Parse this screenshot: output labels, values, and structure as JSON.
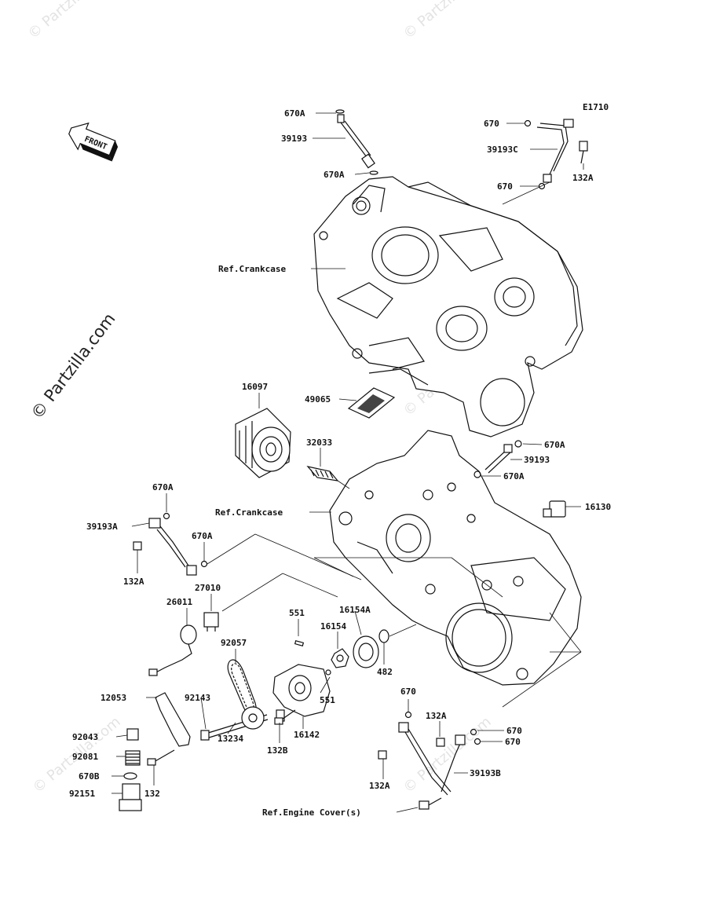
{
  "diagram_code": "E1710",
  "front_label": "FRONT",
  "watermark": "© Partzilla.com",
  "refs": {
    "crankcase_upper": "Ref.Crankcase",
    "crankcase_lower": "Ref.Crankcase",
    "engine_cover": "Ref.Engine Cover(s)"
  },
  "parts": {
    "p670A_top": "670A",
    "p39193_top": "39193",
    "p670A_top2": "670A",
    "p670_r1": "670",
    "p39193C": "39193C",
    "p132A_r1": "132A",
    "p670_r2": "670",
    "p16097": "16097",
    "p49065": "49065",
    "p32033": "32033",
    "p670A_r": "670A",
    "p39193_r": "39193",
    "p670A_r2": "670A",
    "p16130": "16130",
    "p670A_l": "670A",
    "p39193A": "39193A",
    "p670A_l2": "670A",
    "p132A_l": "132A",
    "p27010": "27010",
    "p26011": "26011",
    "p551_a": "551",
    "p16154A": "16154A",
    "p16154": "16154",
    "p482": "482",
    "p92057": "92057",
    "p551_b": "551",
    "p12053": "12053",
    "p92143": "92143",
    "p92043": "92043",
    "p92081": "92081",
    "p13234": "13234",
    "p132B": "132B",
    "p16142": "16142",
    "p670B": "670B",
    "p92151": "92151",
    "p132": "132",
    "p670_b": "670",
    "p132A_b": "132A",
    "p670_b2": "670",
    "p670_b3": "670",
    "p132A_b2": "132A",
    "p39193B": "39193B"
  }
}
